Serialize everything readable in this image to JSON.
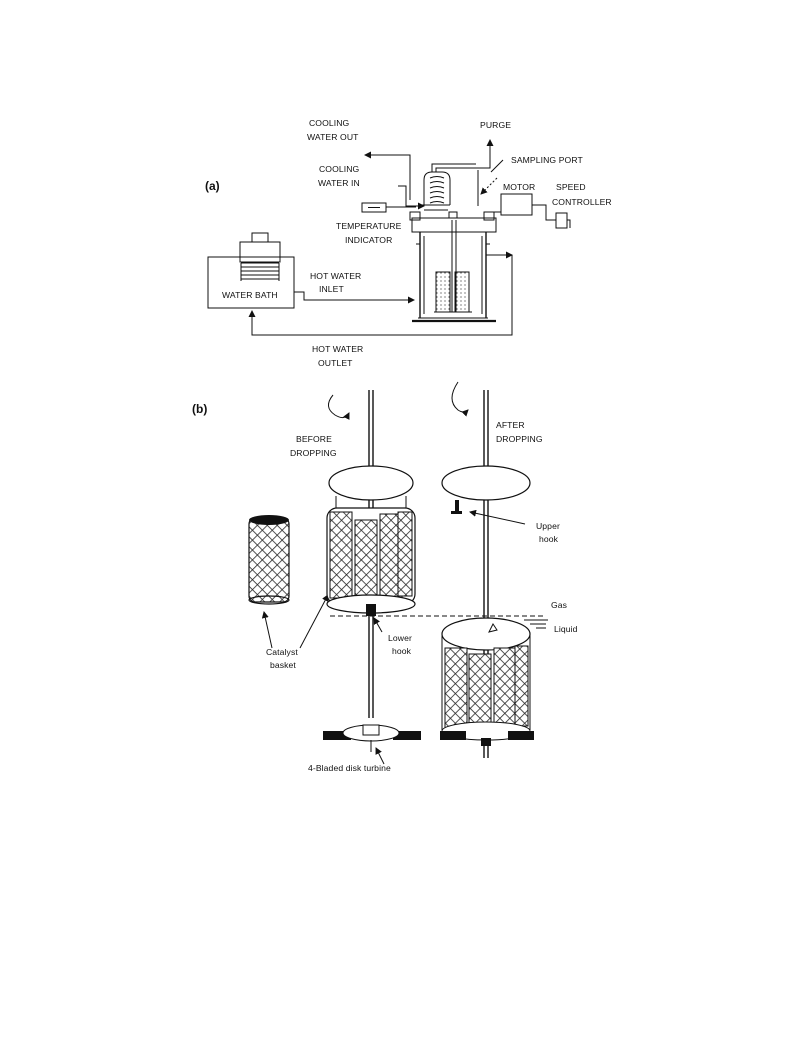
{
  "panel_a": {
    "tag": "(a)",
    "labels": {
      "cooling_water_out": [
        "COOLING",
        "WATER OUT"
      ],
      "purge": "PURGE",
      "cooling_water_in": [
        "COOLING",
        "WATER IN"
      ],
      "sampling_port": "SAMPLING PORT",
      "motor": "MOTOR",
      "speed_controller": [
        "SPEED",
        "CONTROLLER"
      ],
      "temperature_indicator": [
        "TEMPERATURE",
        "INDICATOR"
      ],
      "hot_water_inlet": [
        "HOT WATER",
        "INLET"
      ],
      "water_bath": "WATER BATH",
      "hot_water_outlet": [
        "HOT WATER",
        "OUTLET"
      ]
    }
  },
  "panel_b": {
    "tag": "(b)",
    "labels": {
      "before_dropping": [
        "BEFORE",
        "DROPPING"
      ],
      "after_dropping": [
        "AFTER",
        "DROPPING"
      ],
      "upper_hook": [
        "Upper",
        "hook"
      ],
      "gas": "Gas",
      "liquid": "Liquid",
      "catalyst_basket": [
        "Catalyst",
        "basket"
      ],
      "lower_hook": [
        "Lower",
        "hook"
      ],
      "turbine": "4-Bladed disk turbine"
    }
  },
  "colors": {
    "ink": "#111111",
    "paper": "#ffffff",
    "mesh": "#2a2a2a"
  }
}
